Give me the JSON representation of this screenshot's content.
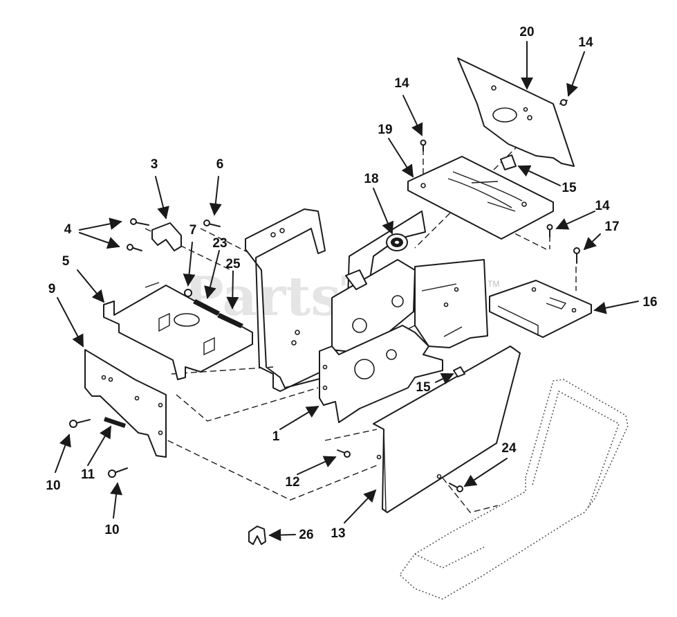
{
  "diagram": {
    "watermark": "PartsTree",
    "watermark_mark": "TM",
    "callouts": [
      {
        "id": "c1",
        "label": "1"
      },
      {
        "id": "c3",
        "label": "3"
      },
      {
        "id": "c4",
        "label": "4"
      },
      {
        "id": "c5",
        "label": "5"
      },
      {
        "id": "c6",
        "label": "6"
      },
      {
        "id": "c7",
        "label": "7"
      },
      {
        "id": "c9",
        "label": "9"
      },
      {
        "id": "c10a",
        "label": "10"
      },
      {
        "id": "c10b",
        "label": "10"
      },
      {
        "id": "c11",
        "label": "11"
      },
      {
        "id": "c12",
        "label": "12"
      },
      {
        "id": "c13",
        "label": "13"
      },
      {
        "id": "c14a",
        "label": "14"
      },
      {
        "id": "c14b",
        "label": "14"
      },
      {
        "id": "c14c",
        "label": "14"
      },
      {
        "id": "c15a",
        "label": "15"
      },
      {
        "id": "c15b",
        "label": "15"
      },
      {
        "id": "c16",
        "label": "16"
      },
      {
        "id": "c17",
        "label": "17"
      },
      {
        "id": "c18",
        "label": "18"
      },
      {
        "id": "c19",
        "label": "19"
      },
      {
        "id": "c20",
        "label": "20"
      },
      {
        "id": "c23",
        "label": "23"
      },
      {
        "id": "c24",
        "label": "24"
      },
      {
        "id": "c25",
        "label": "25"
      },
      {
        "id": "c26",
        "label": "26"
      }
    ]
  }
}
